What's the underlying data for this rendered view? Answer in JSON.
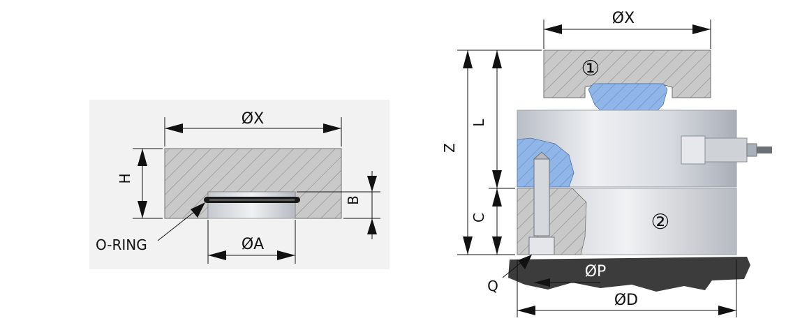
{
  "left_view": {
    "dim_diameter_x": "ØX",
    "dim_height_h": "H",
    "dim_recess_b": "B",
    "dim_diameter_a": "ØA",
    "label_o_ring": "O-RING"
  },
  "right_view": {
    "dim_diameter_x": "ØX",
    "dim_total_z": "Z",
    "dim_length_l": "L",
    "dim_c": "C",
    "dim_q": "Q",
    "dim_diameter_p": "ØP",
    "dim_diameter_d": "ØD",
    "part_1_marker": "①",
    "part_2_marker": "②"
  },
  "colors": {
    "hatch_fill": "#c9c9c9",
    "hatch_line": "#8a8a8a",
    "sensor_body": "#dfe3e8",
    "insert_blue": "#8fb6e6",
    "ground": "#3c3c3c",
    "panel_bg": "#f2f2f2"
  }
}
